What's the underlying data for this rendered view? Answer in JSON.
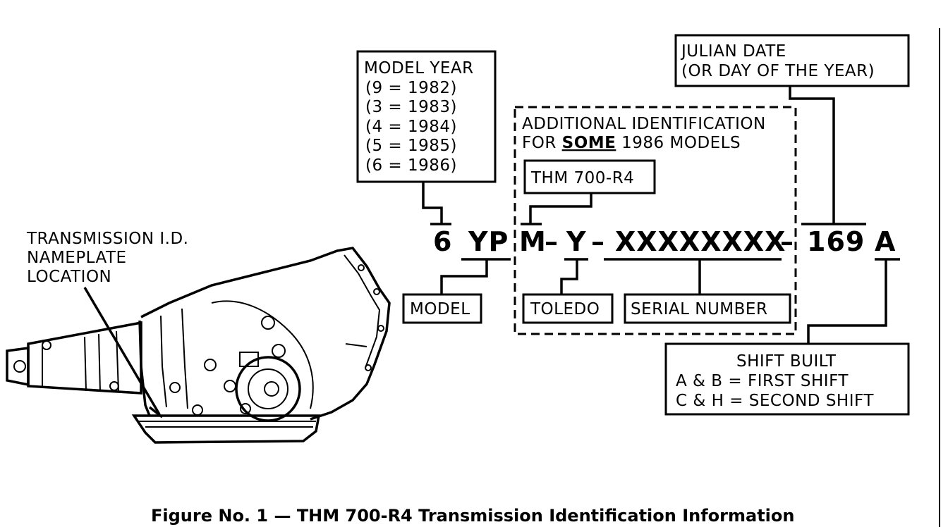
{
  "model_year": {
    "title": "MODEL YEAR",
    "lines": [
      "(9  =  1982)",
      "(3  =  1983)",
      "(4  =  1984)",
      "(5  =  1985)",
      "(6  =  1986)"
    ]
  },
  "julian": {
    "line1": "JULIAN DATE",
    "line2": "(OR DAY OF THE YEAR)"
  },
  "additional": {
    "line1": "ADDITIONAL IDENTIFICATION",
    "line2_pre": "FOR ",
    "line2_em": "SOME",
    "line2_post": " 1986 MODELS"
  },
  "thm_box": "THM 700-R4",
  "nameplate": {
    "line1": "TRANSMISSION I.D.",
    "line2": "NAMEPLATE",
    "line3": "LOCATION"
  },
  "code": {
    "year": "6",
    "model": "YP",
    "m": "M",
    "dash1": "–",
    "y": "Y",
    "dash2": "–",
    "serial": "XXXXXXXX",
    "dash3": "–",
    "julian": "169",
    "shift": "A"
  },
  "model_box": "MODEL",
  "toledo_box": "TOLEDO",
  "serial_box": "SERIAL NUMBER",
  "shift_built": {
    "title": "SHIFT BUILT",
    "line1": "A & B  =  FIRST SHIFT",
    "line2": "C & H  =  SECOND SHIFT"
  },
  "caption": "Figure No. 1 — THM 700-R4 Transmission Identification Information"
}
